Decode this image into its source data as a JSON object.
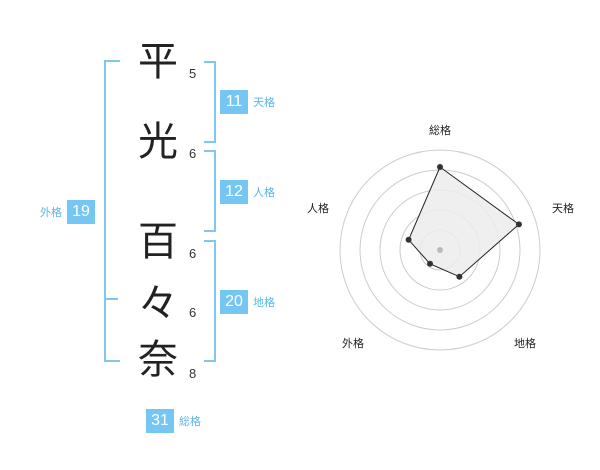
{
  "name": {
    "chars": [
      {
        "char": "平",
        "strokes": "5"
      },
      {
        "char": "光",
        "strokes": "6"
      },
      {
        "char": "百",
        "strokes": "6"
      },
      {
        "char": "々",
        "strokes": "6"
      },
      {
        "char": "奈",
        "strokes": "8"
      }
    ]
  },
  "fortunes": {
    "tenkaku": {
      "value": "11",
      "label": "天格"
    },
    "jinkaku": {
      "value": "12",
      "label": "人格"
    },
    "chikaku": {
      "value": "20",
      "label": "地格"
    },
    "gaikaku": {
      "value": "19",
      "label": "外格"
    },
    "soukaku": {
      "value": "31",
      "label": "総格"
    }
  },
  "radar": {
    "labels": {
      "top": "総格",
      "right": "天格",
      "bottom_right": "地格",
      "bottom_left": "外格",
      "left": "人格"
    },
    "levels": 5,
    "values": {
      "soukaku": 0.83,
      "tenkaku": 0.83,
      "chikaku": 0.33,
      "gaikaku": 0.17,
      "jinkaku": 0.33
    },
    "colors": {
      "fill": "#ececec",
      "line": "#222222",
      "grid": "#cccccc",
      "point": "#333333"
    }
  }
}
